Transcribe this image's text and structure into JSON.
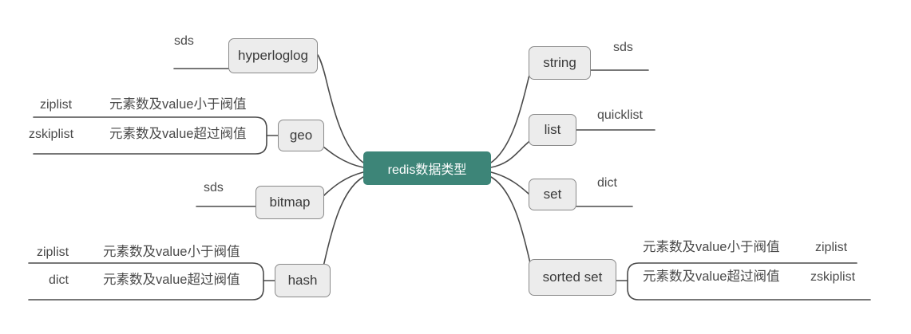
{
  "diagram": {
    "title": "redis数据类型思维导图",
    "colors": {
      "central_fill": "#3d8578",
      "central_text": "#ffffff",
      "node_fill": "#ececec",
      "node_border": "#8a8a8a",
      "line": "#4a4a4a",
      "background": "#ffffff"
    },
    "central": {
      "label": "redis数据类型"
    },
    "left_branches": [
      {
        "name": "hyperloglog",
        "label": "hyperloglog",
        "annotations": [
          {
            "text": "sds"
          }
        ]
      },
      {
        "name": "geo",
        "label": "geo",
        "annotations": [
          {
            "encoding": "ziplist",
            "condition": "元素数及mvalue小于阀值"
          },
          {
            "encoding": "zskiplist",
            "condition": "元素数及 value超过阀值"
          }
        ]
      },
      {
        "name": "bitmap",
        "label": "bitmap",
        "annotations": [
          {
            "text": "sds"
          }
        ]
      },
      {
        "name": "hash",
        "label": "hash",
        "annotations": [
          {
            "encoding": "ziplist",
            "condition": "元素数及value小于阀值"
          },
          {
            "encoding": "dict",
            "condition": "元素数及value超过阀值"
          }
        ]
      }
    ],
    "right_branches": [
      {
        "name": "string",
        "label": "string",
        "annotations": [
          {
            "text": "sds"
          }
        ]
      },
      {
        "name": "list",
        "label": "list",
        "annotations": [
          {
            "text": "quicklist"
          }
        ]
      },
      {
        "name": "set",
        "label": "set",
        "annotations": [
          {
            "text": "dict"
          }
        ]
      },
      {
        "name": "sorted-set",
        "label": "sorted set",
        "annotations": [
          {
            "condition": "元素数及value小于阀值",
            "encoding": "ziplist"
          },
          {
            "condition": "元素数及value超过阀值",
            "encoding": "zskiplist"
          }
        ]
      }
    ],
    "labels": {
      "geo_row1_encoding": "ziplist",
      "geo_row1_condition": "元素数及value小于阀值",
      "geo_row2_encoding": "zskiplist",
      "geo_row2_condition": "元素数及value超过阀值",
      "hash_row1_encoding": "ziplist",
      "hash_row1_condition": "元素数及value小于阀值",
      "hash_row2_encoding": "dict",
      "hash_row2_condition": "元素数及value超过阀值",
      "sortedset_row1_condition": "元素数及value小于阀值",
      "sortedset_row1_encoding": "ziplist",
      "sortedset_row2_condition": "元素数及value超过阀值",
      "sortedset_row2_encoding": "zskiplist",
      "hyperloglog_encoding": "sds",
      "bitmap_encoding": "sds",
      "string_encoding": "sds",
      "list_encoding": "quicklist",
      "set_encoding": "dict"
    }
  }
}
